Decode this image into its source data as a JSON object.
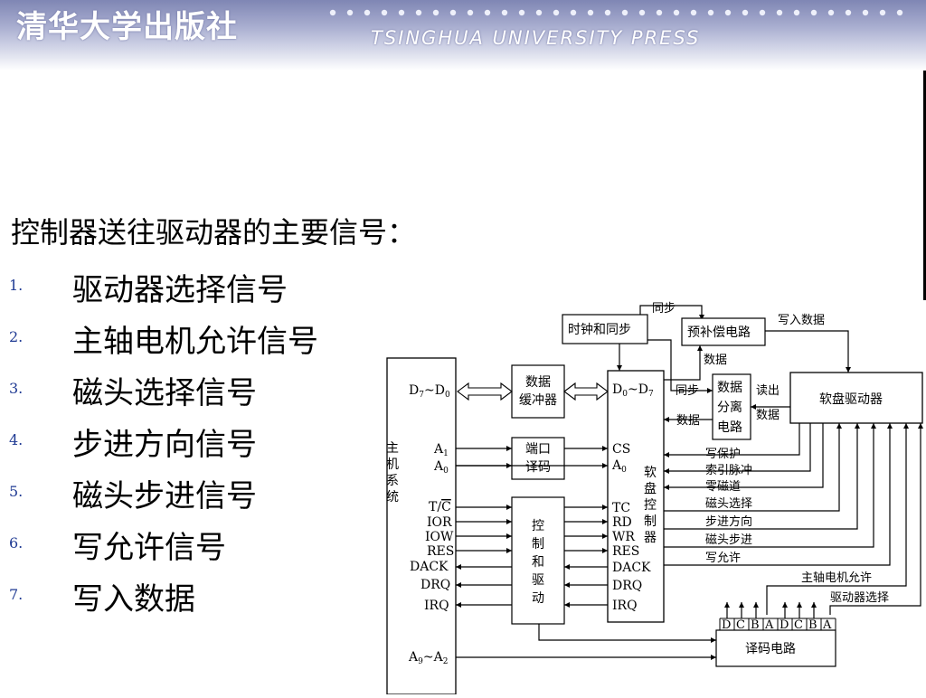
{
  "header": {
    "logo_text": "清华大学出版社",
    "english_text": "TSINGHUA UNIVERSITY PRESS"
  },
  "slide": {
    "title": "控制器送往驱动器的主要信号：",
    "items": [
      {
        "num": "1.",
        "text": "驱动器选择信号"
      },
      {
        "num": "2.",
        "text": "主轴电机允许信号"
      },
      {
        "num": "3.",
        "text": "磁头选择信号"
      },
      {
        "num": "4.",
        "text": "步进方向信号"
      },
      {
        "num": "5.",
        "text": "磁头步进信号"
      },
      {
        "num": "6.",
        "text": "写允许信号"
      },
      {
        "num": "7.",
        "text": "写入数据"
      }
    ]
  },
  "diagram": {
    "host_label": [
      "主",
      "机",
      "系",
      "统"
    ],
    "host_pins": {
      "d_bus": [
        "D",
        "7",
        "~D",
        "0"
      ],
      "a1": [
        "A",
        "1"
      ],
      "a0": [
        "A",
        "0"
      ],
      "tc": [
        "T/",
        "C"
      ],
      "others": [
        "IOR",
        "IOW",
        "RES",
        "DACK",
        "DRQ",
        "IRQ"
      ],
      "a_bus": [
        "A",
        "9",
        "~A",
        "2"
      ]
    },
    "data_buffer": [
      "数据",
      "缓冲器"
    ],
    "port_decode": [
      "端口",
      "译码"
    ],
    "control_drive": [
      "控",
      "制",
      "和",
      "驱",
      "动"
    ],
    "fdc": {
      "bus": [
        "D",
        "0",
        "~D",
        "7"
      ],
      "cs": "CS",
      "a0": [
        "A",
        "0"
      ],
      "pins": [
        "TC",
        "RD",
        "WR",
        "RES",
        "DACK",
        "DRQ",
        "IRQ"
      ],
      "name": [
        "软",
        "盘",
        "控",
        "制",
        "器"
      ]
    },
    "clock_sync": "时钟和同步",
    "precomp": "预补偿电路",
    "separator": [
      "数据",
      "分离",
      "电路"
    ],
    "drive": "软盘驱动器",
    "decoder": "译码电路",
    "decoder_pins": [
      "D",
      "C",
      "B",
      "A",
      "D",
      "C",
      "B",
      "A"
    ],
    "labels": {
      "sync_top": "同步",
      "write_data": "写入数据",
      "data_precomp": "数据",
      "sync_left": "同步",
      "data_left": "数据",
      "read_data_1": "读出",
      "read_data_2": "数据",
      "spindle_enable": "主轴电机允许",
      "drive_select": "驱动器选择"
    },
    "drive_signals": [
      "写保护",
      "索引脉冲",
      "零磁道",
      "磁头选择",
      "步进方向",
      "磁头步进",
      "写允许"
    ]
  }
}
